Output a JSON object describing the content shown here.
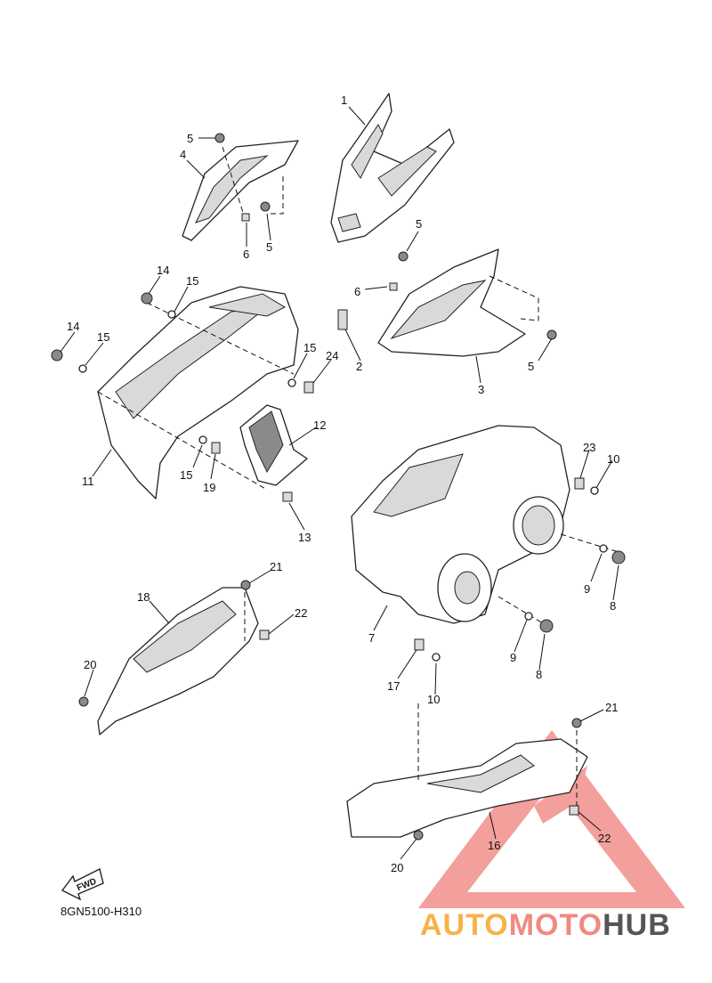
{
  "diagram_code": "8GN5100-H310",
  "fwd_label": "FWD",
  "watermark": {
    "part1": "AUTO",
    "part2": "MOTO",
    "part3": "HUB"
  },
  "callouts": [
    "1",
    "2",
    "3",
    "4",
    "5",
    "5",
    "5",
    "5",
    "6",
    "6",
    "7",
    "8",
    "8",
    "9",
    "9",
    "10",
    "10",
    "11",
    "12",
    "13",
    "14",
    "14",
    "15",
    "15",
    "15",
    "15",
    "16",
    "17",
    "18",
    "19",
    "20",
    "20",
    "21",
    "21",
    "22",
    "22",
    "23",
    "24"
  ],
  "colors": {
    "watermark_red": "#ef7f7a",
    "watermark_orange": "#f7b24a",
    "watermark_gray": "#555555"
  }
}
